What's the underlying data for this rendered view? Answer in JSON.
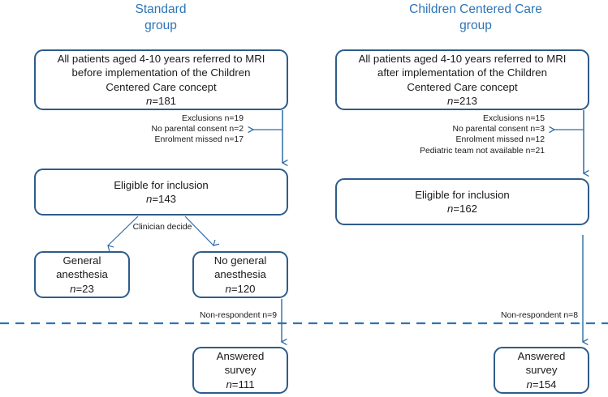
{
  "figure": {
    "type": "flow-diagram",
    "accent_color": "#2E74B5",
    "border_color": "#2E5C8A",
    "text_color": "#1a1a1a",
    "divider": {
      "name": "separator-dashed-line",
      "style": "dashed",
      "color": "#2E74B5"
    }
  },
  "columns": [
    {
      "id": "standard",
      "title": "Standard\ngroup"
    },
    {
      "id": "ccc",
      "title": "Children Centered Care\ngroup"
    }
  ],
  "standard": {
    "enrolled": {
      "line1": "All patients aged 4-10 years referred to MRI",
      "line2": "before implementation of the Children",
      "line3": "Centered Care concept",
      "n_label": "n",
      "n_value": "=181"
    },
    "exclusions": "Exclusions n=19\nNo parental consent n=2\nEnrolment missed n=17",
    "eligible": {
      "line1": "Eligible for inclusion",
      "n_label": "n",
      "n_value": "=143"
    },
    "clinician_label": "Clinician decide",
    "general_anesthesia": {
      "line1": "General",
      "line2": "anesthesia",
      "n_label": "n",
      "n_value": "=23"
    },
    "no_general_anesthesia": {
      "line1": "No general",
      "line2": "anesthesia",
      "n_label": "n",
      "n_value": "=120"
    },
    "non_respondent": "Non-respondent n=9",
    "answered": {
      "line1": "Answered",
      "line2": "survey",
      "n_label": "n",
      "n_value": "=111"
    }
  },
  "ccc": {
    "enrolled": {
      "line1": "All patients aged 4-10 years referred to MRI",
      "line2": "after implementation of the Children",
      "line3": "Centered Care concept",
      "n_label": "n",
      "n_value": "=213"
    },
    "exclusions": "Exclusions n=15\nNo parental consent n=3\nEnrolment missed n=12\nPediatric team not available n=21",
    "eligible": {
      "line1": "Eligible for inclusion",
      "n_label": "n",
      "n_value": "=162"
    },
    "non_respondent": "Non-respondent n=8",
    "answered": {
      "line1": "Answered",
      "line2": "survey",
      "n_label": "n",
      "n_value": "=154"
    }
  }
}
